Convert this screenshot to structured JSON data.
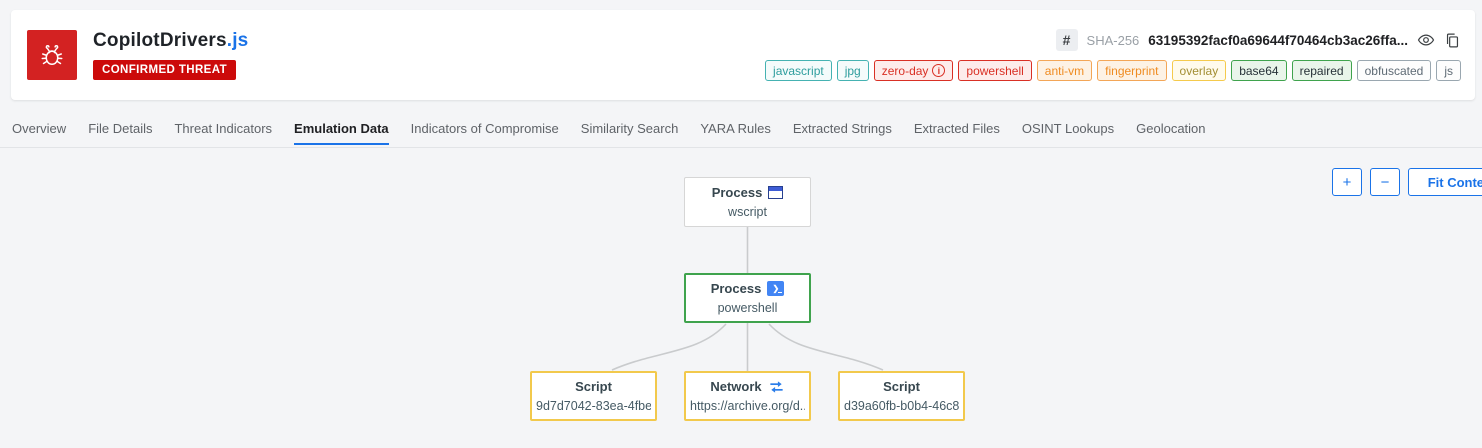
{
  "header": {
    "file_name": "CopilotDrivers",
    "file_ext": ".js",
    "threat_badge": "CONFIRMED THREAT",
    "hash_symbol": "#",
    "hash_label": "SHA-256",
    "hash_value": "63195392facf0a69644f70464cb3ac26ffa...",
    "icons": [
      "bug-icon",
      "eye-icon",
      "copy-icon"
    ],
    "tags": [
      {
        "label": "javascript",
        "color": "#2d9d9d"
      },
      {
        "label": "jpg",
        "color": "#2d9d9d"
      },
      {
        "label": "zero-day",
        "color": "#d93025",
        "icon": "info-circle-icon"
      },
      {
        "label": "powershell",
        "color": "#d93025"
      },
      {
        "label": "anti-vm",
        "color": "#ef8c22"
      },
      {
        "label": "fingerprint",
        "color": "#ef8c22"
      },
      {
        "label": "overlay",
        "color": "#a38e33"
      },
      {
        "label": "base64",
        "color": "#3fa34d"
      },
      {
        "label": "repaired",
        "color": "#3fa34d"
      },
      {
        "label": "obfuscated",
        "color": "#5f6b75"
      },
      {
        "label": "js",
        "color": "#5f6b75"
      }
    ]
  },
  "tabs": [
    {
      "label": "Overview",
      "active": false
    },
    {
      "label": "File Details",
      "active": false
    },
    {
      "label": "Threat Indicators",
      "active": false
    },
    {
      "label": "Emulation Data",
      "active": true
    },
    {
      "label": "Indicators of Compromise",
      "active": false
    },
    {
      "label": "Similarity Search",
      "active": false
    },
    {
      "label": "YARA Rules",
      "active": false
    },
    {
      "label": "Extracted Strings",
      "active": false
    },
    {
      "label": "Extracted Files",
      "active": false
    },
    {
      "label": "OSINT Lookups",
      "active": false
    },
    {
      "label": "Geolocation",
      "active": false
    }
  ],
  "diagram": {
    "nodes": [
      {
        "type": "Process",
        "label": "wscript",
        "icon": "window-icon",
        "variant": "default"
      },
      {
        "type": "Process",
        "label": "powershell",
        "icon": "powershell-icon",
        "variant": "green"
      },
      {
        "type": "Script",
        "label": "9d7d7042-83ea-4fbe...",
        "icon": "",
        "variant": "amber"
      },
      {
        "type": "Network",
        "label": "https://archive.org/d...",
        "icon": "swap-arrows-icon",
        "variant": "amber"
      },
      {
        "type": "Script",
        "label": "d39a60fb-b0b4-46c8...",
        "icon": "",
        "variant": "amber"
      }
    ],
    "edges": [
      {
        "from": "wscript",
        "to": "powershell"
      },
      {
        "from": "powershell",
        "to": "9d7d7042-83ea-4fbe..."
      },
      {
        "from": "powershell",
        "to": "https://archive.org/d..."
      },
      {
        "from": "powershell",
        "to": "d39a60fb-b0b4-46c8..."
      }
    ],
    "controls": {
      "zoom_in": "+",
      "zoom_out": "−",
      "fit": "Fit Content"
    }
  },
  "colors": {
    "threat_red": "#cc0a0a",
    "accent_blue": "#1a73e8",
    "node_green": "#3fa34d",
    "node_amber": "#f2c94c"
  }
}
